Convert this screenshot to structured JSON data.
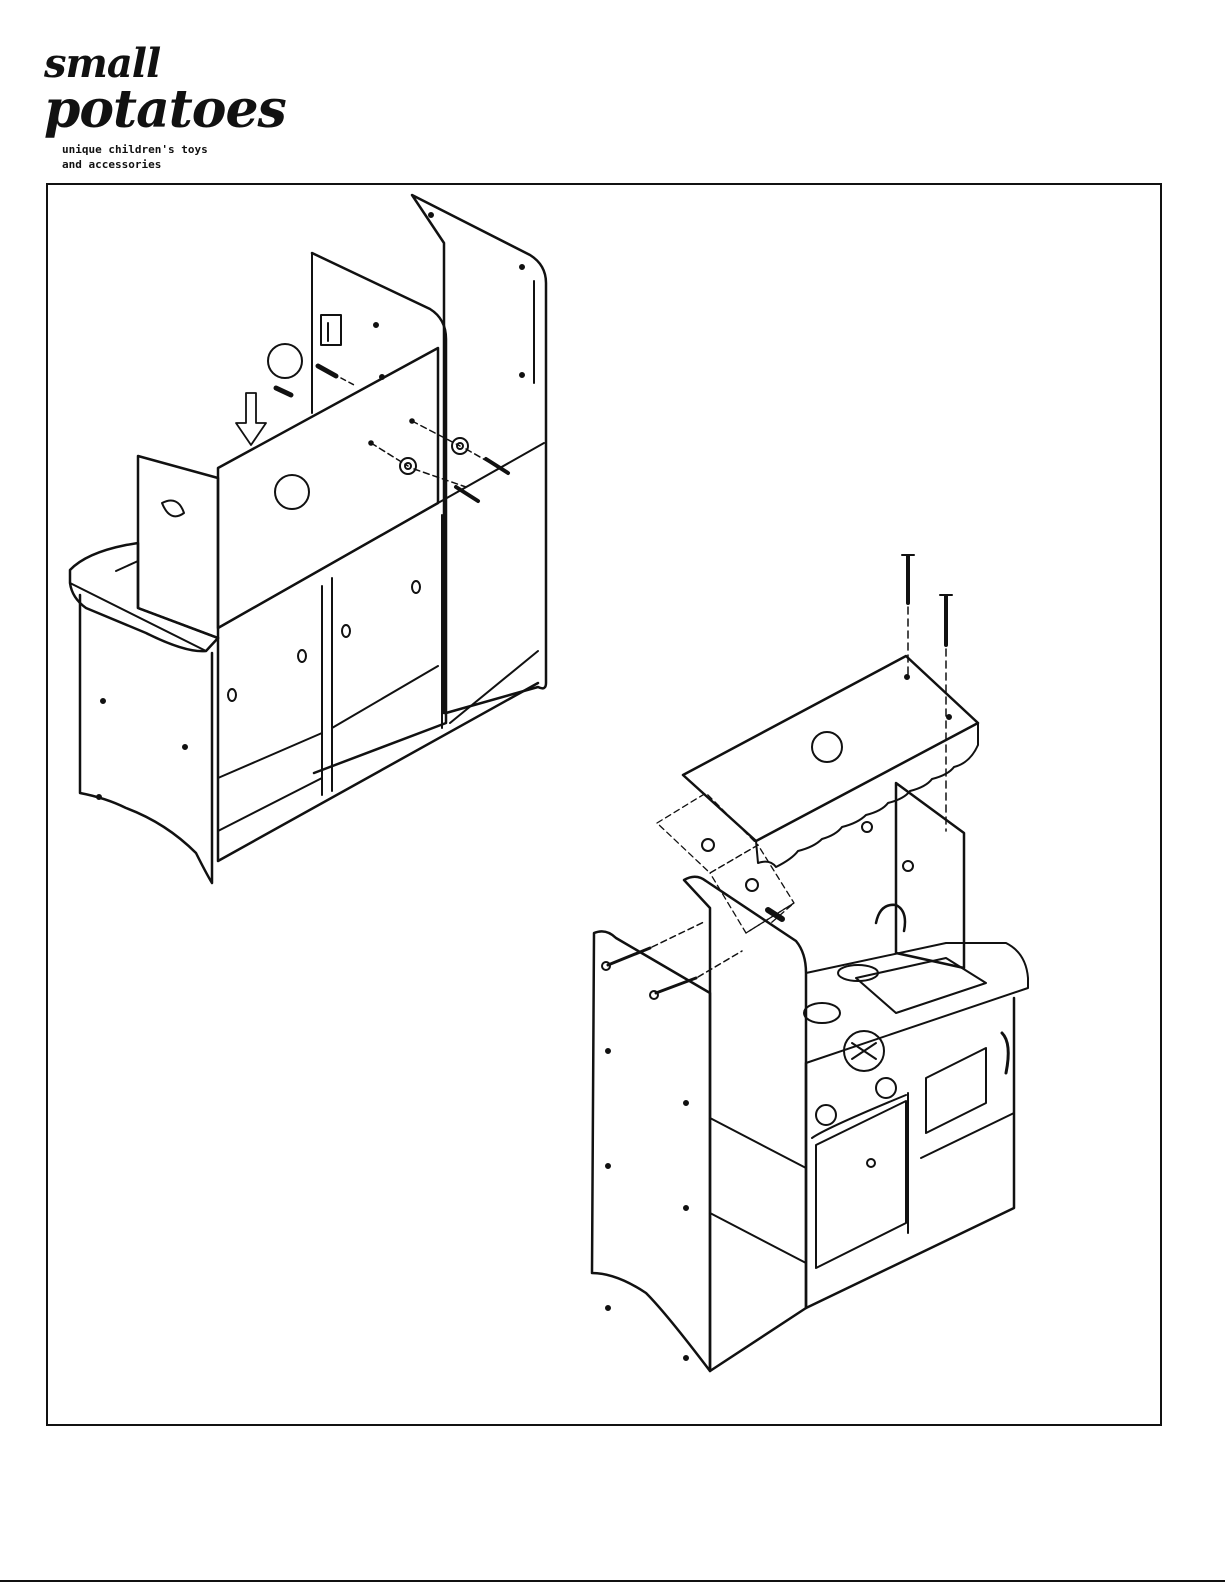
{
  "brand": {
    "line1": "small",
    "line2": "potatoes",
    "tagline1": "unique children's toys",
    "tagline2": "and accessories"
  },
  "diagrams": [
    {
      "step": "attach-upper-back-panel",
      "icon": "screw-and-washer-assembly"
    },
    {
      "step": "attach-canopy-top",
      "icon": "long-bolt-assembly"
    }
  ],
  "colors": {
    "ink": "#111111",
    "paper": "#ffffff"
  }
}
